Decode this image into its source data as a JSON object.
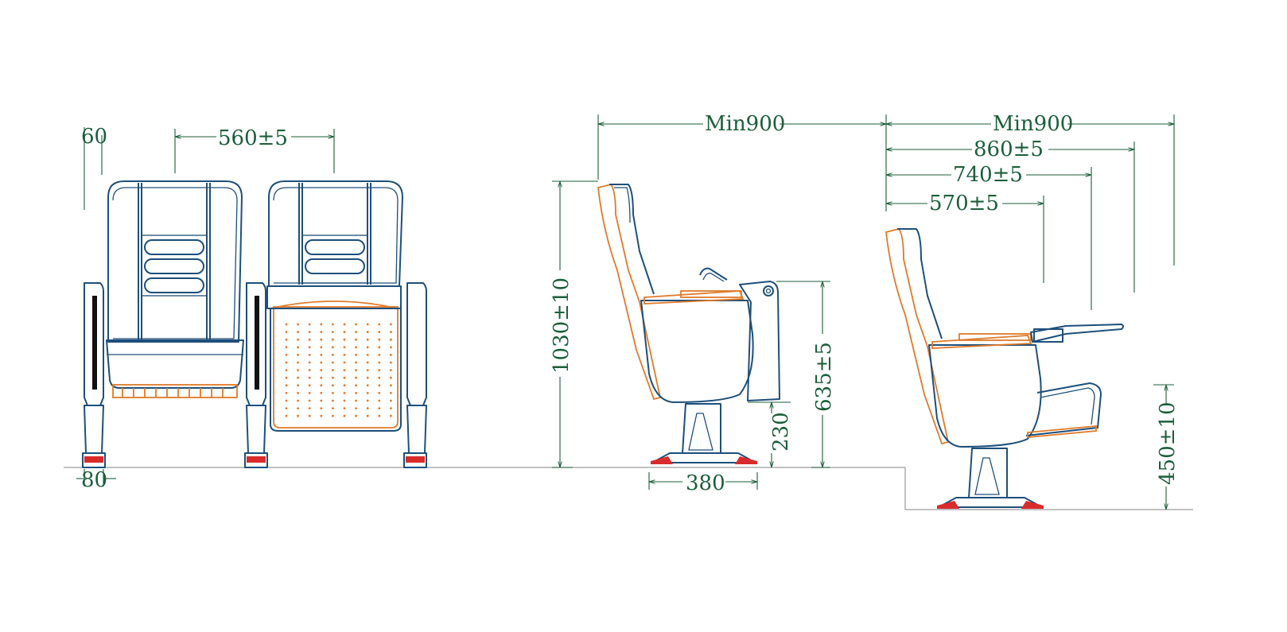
{
  "dimensions": {
    "front_arm_width": "60",
    "seat_pitch_width": "560±5",
    "leg_width": "80",
    "side_clearance_a": "Min900",
    "side_clearance_b": "Min900",
    "overall_height": "1030±10",
    "tablet_height": "635±5",
    "base_height": "230",
    "base_depth": "380",
    "depth_open": "860±5",
    "depth_tablet": "740±5",
    "depth_closed": "570±5",
    "seat_height": "450±10"
  },
  "colors": {
    "dimension": "#1b5e3a",
    "outline": "#1d4f7a",
    "accent": "#e07a2a",
    "foot": "#d92b2b"
  }
}
